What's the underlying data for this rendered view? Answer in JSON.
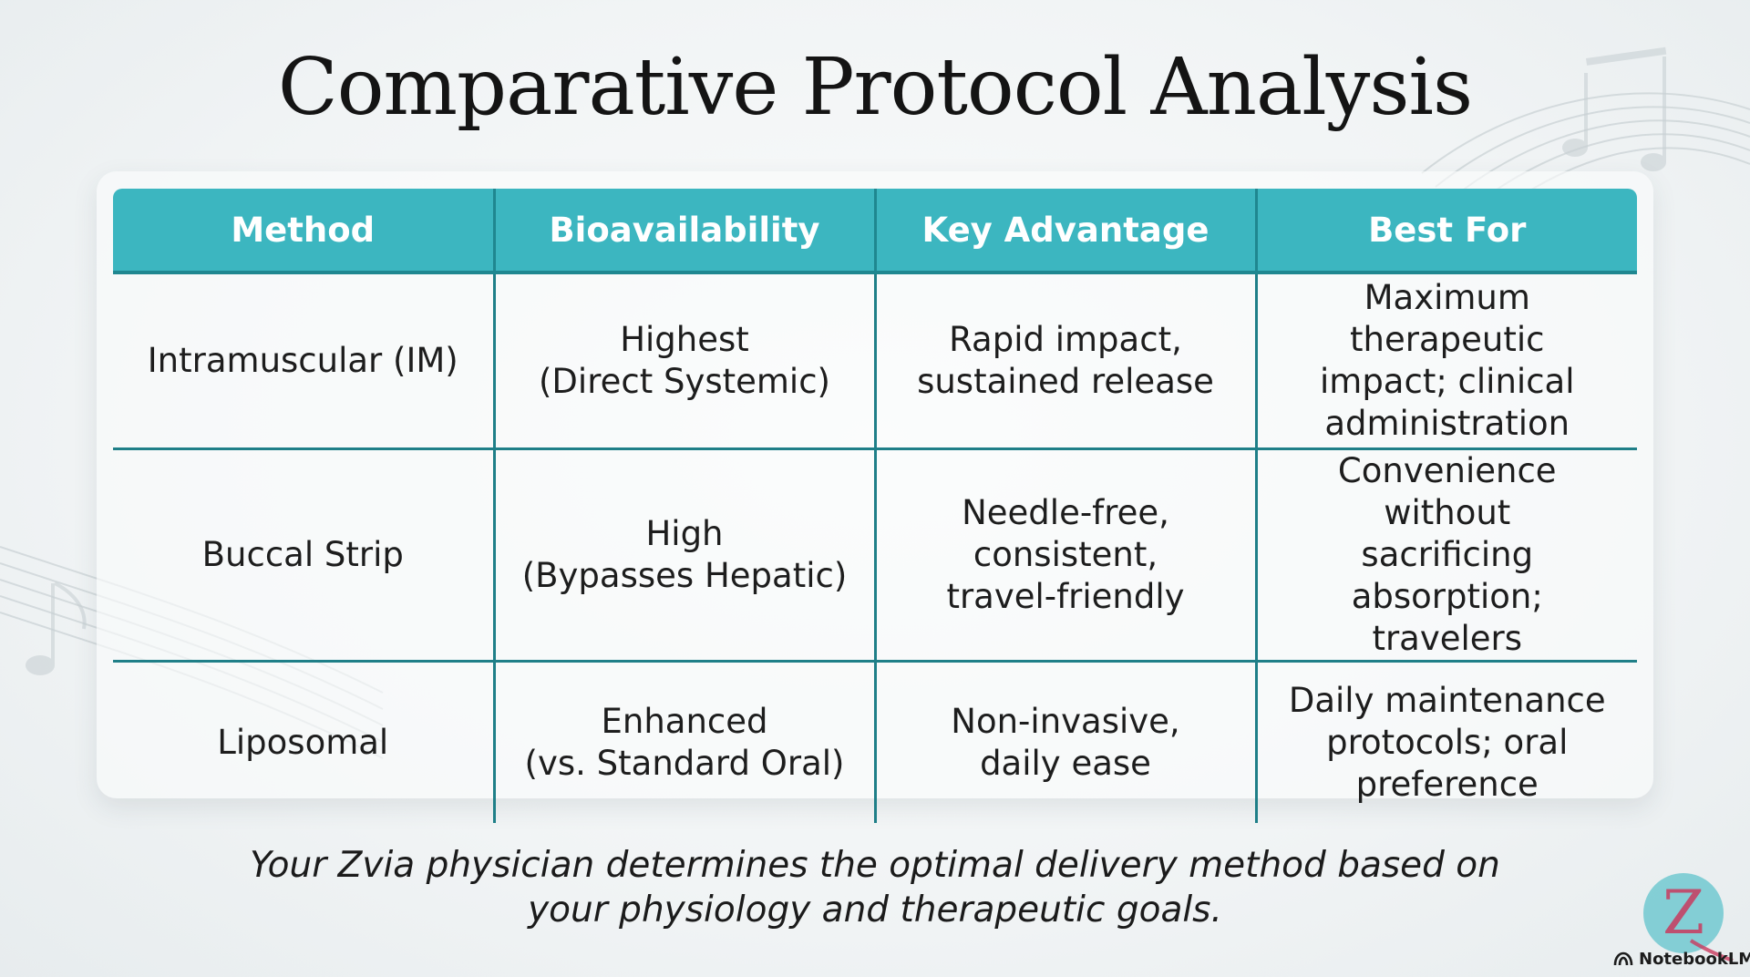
{
  "slide": {
    "title": "Comparative Protocol Analysis",
    "footer_lines": [
      "Your Zvia physician determines the optimal delivery method based on",
      "your physiology and therapeutic goals."
    ],
    "brand_label": "NotebookLM",
    "logo_letter": "Z"
  },
  "table": {
    "headers": [
      "Method",
      "Bioavailability",
      "Key Advantage",
      "Best For"
    ],
    "rows": [
      {
        "method": [
          "Intramuscular (IM)"
        ],
        "bioavailability": [
          "Highest",
          "(Direct Systemic)"
        ],
        "advantage": [
          "Rapid impact,",
          "sustained release"
        ],
        "best_for": [
          "Maximum therapeutic",
          "impact; clinical",
          "administration"
        ]
      },
      {
        "method": [
          "Buccal Strip"
        ],
        "bioavailability": [
          "High",
          "(Bypasses Hepatic)"
        ],
        "advantage": [
          "Needle-free,",
          "consistent,",
          "travel-friendly"
        ],
        "best_for": [
          "Convenience without",
          "sacrificing absorption;",
          "travelers"
        ]
      },
      {
        "method": [
          "Liposomal"
        ],
        "bioavailability": [
          "Enhanced",
          "(vs. Standard Oral)"
        ],
        "advantage": [
          "Non-invasive,",
          "daily ease"
        ],
        "best_for": [
          "Daily maintenance",
          "protocols; oral",
          "preference"
        ]
      }
    ]
  },
  "colors": {
    "header_bg": "#3cb6c0",
    "grid_line": "#1f7f88",
    "advantage_teal": "#16858d",
    "advantage_maroon": "#8c2145"
  },
  "icons": {
    "background_decoration": "music-staff-notes",
    "brand": "notebooklm-icon",
    "logo": "zvia-logo"
  }
}
